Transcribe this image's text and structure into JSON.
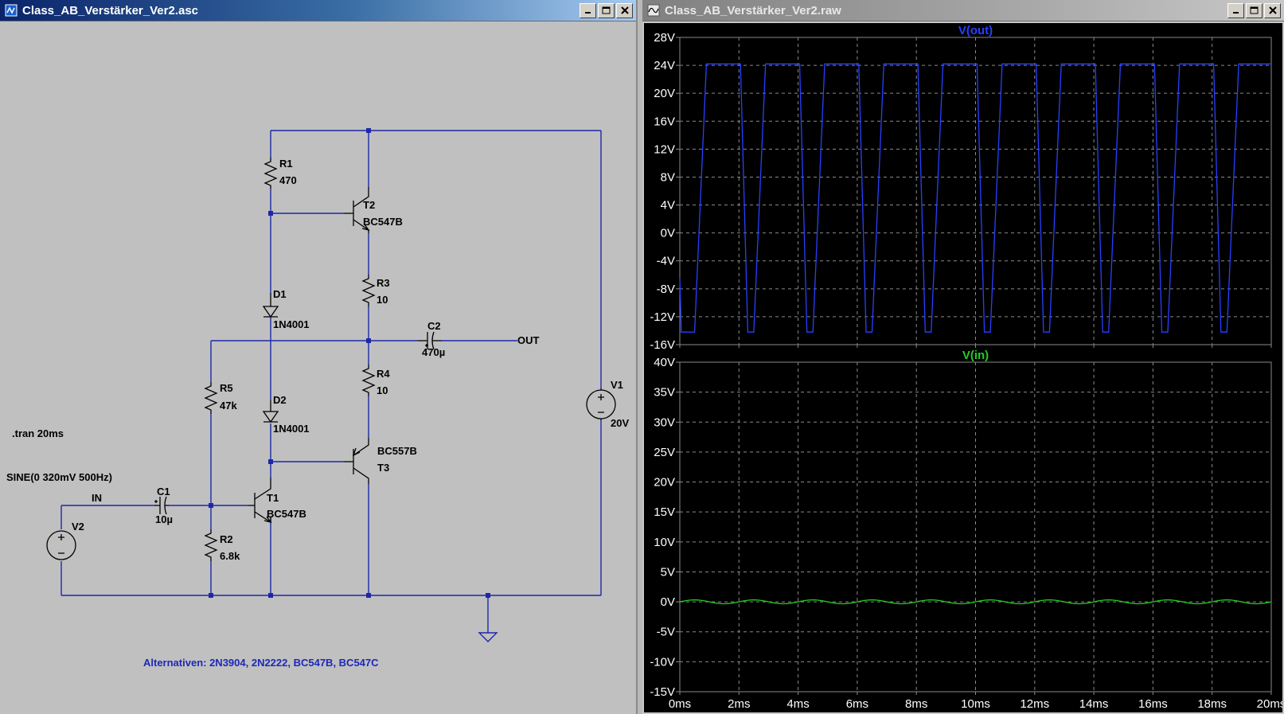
{
  "schematic_window": {
    "title": "Class_AB_Verstärker_Ver2.asc",
    "components": {
      "R1": {
        "name": "R1",
        "value": "470"
      },
      "R2": {
        "name": "R2",
        "value": "6.8k"
      },
      "R3": {
        "name": "R3",
        "value": "10"
      },
      "R4": {
        "name": "R4",
        "value": "10"
      },
      "R5": {
        "name": "R5",
        "value": "47k"
      },
      "D1": {
        "name": "D1",
        "value": "1N4001"
      },
      "D2": {
        "name": "D2",
        "value": "1N4001"
      },
      "C1": {
        "name": "C1",
        "value": "10µ"
      },
      "C2": {
        "name": "C2",
        "value": "470µ"
      },
      "T1": {
        "name": "T1",
        "value": "BC547B"
      },
      "T2": {
        "name": "T2",
        "value": "BC547B"
      },
      "T3": {
        "name": "T3",
        "value": "BC557B"
      },
      "V1": {
        "name": "V1",
        "value": "20V"
      },
      "V2": {
        "name": "V2",
        "value": "SINE(0 320mV 500Hz)"
      }
    },
    "net_labels": {
      "in": "IN",
      "out": "OUT"
    },
    "directive": ".tran 20ms",
    "comment": "Alternativen: 2N3904, 2N2222, BC547B, BC547C",
    "colors": {
      "wire": "#1c28a8",
      "text": "#000000",
      "comment": "#1c28b8",
      "background": "#c0c0c0"
    }
  },
  "waveform_window": {
    "title": "Class_AB_Verstärker_Ver2.raw",
    "colors": {
      "plot_bg": "#000000",
      "grid": "#8a8a8a",
      "vout": "#2840ff",
      "vin": "#22cc22",
      "tick_labels": "#ffffff"
    },
    "x_axis": {
      "ticks": [
        "0ms",
        "2ms",
        "4ms",
        "6ms",
        "8ms",
        "10ms",
        "12ms",
        "14ms",
        "16ms",
        "18ms",
        "20ms"
      ],
      "range": [
        0,
        20
      ]
    }
  },
  "chart_data": [
    {
      "type": "line",
      "title": "V(out)",
      "x_unit": "ms",
      "y_unit": "V",
      "xlim": [
        0,
        20
      ],
      "ylim": [
        -16,
        28
      ],
      "y_ticks": [
        "28V",
        "24V",
        "20V",
        "16V",
        "12V",
        "8V",
        "4V",
        "0V",
        "-4V",
        "-8V",
        "-12V",
        "-16V"
      ],
      "grid": true,
      "series": [
        {
          "name": "V(out)",
          "color": "#2840ff",
          "points": [
            [
              0,
              -6.5
            ],
            [
              0.05,
              -14.2
            ],
            [
              0.5,
              -14.2
            ],
            [
              0.9,
              24.2
            ],
            [
              2.05,
              24.2
            ],
            [
              2.3,
              -14.2
            ],
            [
              2.5,
              -14.2
            ],
            [
              2.9,
              24.2
            ],
            [
              4.05,
              24.2
            ],
            [
              4.3,
              -14.2
            ],
            [
              4.5,
              -14.2
            ],
            [
              4.9,
              24.2
            ],
            [
              6.05,
              24.2
            ],
            [
              6.3,
              -14.2
            ],
            [
              6.5,
              -14.2
            ],
            [
              6.9,
              24.2
            ],
            [
              8.05,
              24.2
            ],
            [
              8.3,
              -14.2
            ],
            [
              8.5,
              -14.2
            ],
            [
              8.9,
              24.2
            ],
            [
              10.05,
              24.2
            ],
            [
              10.3,
              -14.2
            ],
            [
              10.5,
              -14.2
            ],
            [
              10.9,
              24.2
            ],
            [
              12.05,
              24.2
            ],
            [
              12.3,
              -14.2
            ],
            [
              12.5,
              -14.2
            ],
            [
              12.9,
              24.2
            ],
            [
              14.05,
              24.2
            ],
            [
              14.3,
              -14.2
            ],
            [
              14.5,
              -14.2
            ],
            [
              14.9,
              24.2
            ],
            [
              16.05,
              24.2
            ],
            [
              16.3,
              -14.2
            ],
            [
              16.5,
              -14.2
            ],
            [
              16.9,
              24.2
            ],
            [
              18.05,
              24.2
            ],
            [
              18.3,
              -14.2
            ],
            [
              18.5,
              -14.2
            ],
            [
              18.9,
              24.2
            ],
            [
              20,
              24.2
            ]
          ]
        }
      ]
    },
    {
      "type": "line",
      "title": "V(in)",
      "x_unit": "ms",
      "y_unit": "V",
      "xlim": [
        0,
        20
      ],
      "ylim": [
        -15,
        40
      ],
      "y_ticks": [
        "40V",
        "35V",
        "30V",
        "25V",
        "20V",
        "15V",
        "10V",
        "5V",
        "0V",
        "-5V",
        "-10V",
        "-15V"
      ],
      "grid": true,
      "series": [
        {
          "name": "V(in)",
          "color": "#22cc22",
          "function": "sine",
          "amplitude_V": 0.32,
          "frequency_Hz": 500,
          "offset_V": 0
        }
      ]
    }
  ]
}
